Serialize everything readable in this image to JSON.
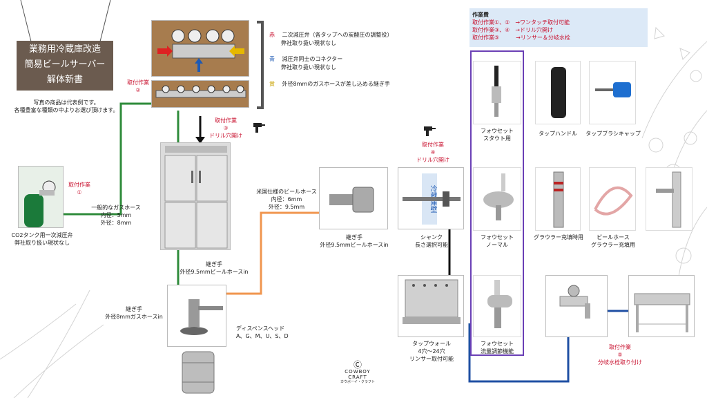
{
  "title_box": {
    "line1": "業務用冷蔵庫改造",
    "line2": "簡易ビールサーバー",
    "line3": "解体新書"
  },
  "note": {
    "line1": "写真の商品は代表例です。",
    "line2": "各種豊富な種類の中よりお選び頂けます。"
  },
  "regulator_legend": {
    "red_key": "赤",
    "red_text": "二次減圧弁（各タップへの炭酸圧の調整役）",
    "red_sub": "弊社取り扱い現状なし",
    "blue_key": "青",
    "blue_text": "減圧弁同士のコネクター",
    "blue_sub": "弊社取り扱い現状なし",
    "yellow_key": "黄",
    "yellow_text": "外径8mmのガスホースが差し込める継ぎ手"
  },
  "works_box": {
    "title": "作業費",
    "row1": "取付作業①、②　→ワンタッチ取付可能",
    "row2": "取付作業③、④　→ドリル穴開け",
    "row3": "取付作業⑤　　　→リンサー＆分岐水栓"
  },
  "work_labels": {
    "w1": "取付作業",
    "w1n": "①",
    "w2": "取付作業",
    "w2n": "②",
    "w3": "取付作業",
    "w3n": "③",
    "w3s": "ドリル穴開け",
    "w4": "取付作業",
    "w4n": "④",
    "w4s": "ドリル穴開け",
    "w5": "取付作業",
    "w5n": "⑤",
    "w5s": "分岐水栓取り付け"
  },
  "co2": {
    "label": "CO2タンク用一次減圧弁",
    "sub": "弊社取り扱い現状なし"
  },
  "gas_hose": {
    "title": "一般的なガスホース",
    "inner": "内径：5mm",
    "outer": "外径：8mm"
  },
  "us_hose": {
    "title": "米国仕様のビールホース",
    "inner": "内径：6mm",
    "outer": "外径：9.5mm"
  },
  "joint1": {
    "title": "継ぎ手",
    "sub": "外径9.5mmビールホースin"
  },
  "joint2": {
    "title": "継ぎ手",
    "sub": "外径9.5mmビールホースin"
  },
  "joint3": {
    "title": "継ぎ手",
    "sub": "外径8mmガスホースin"
  },
  "dispense_head": {
    "title": "ディスペンスヘッド",
    "sub": "A、G、M、U、S、D"
  },
  "shank": {
    "title": "シャンク",
    "sub": "長さ選択可能",
    "wall": "冷蔵庫壁"
  },
  "tapwall": {
    "title": "タップウォール",
    "sub1": "4穴〜24穴",
    "sub2": "リンサー取付可能"
  },
  "faucets": {
    "stout_title": "フォウセット",
    "stout_sub": "スタウト用",
    "normal_title": "フォウセット",
    "normal_sub": "ノーマル",
    "flow_title": "フォウセット",
    "flow_sub": "流量調節機能"
  },
  "parts": {
    "handle": "タップハンドル",
    "brush": "タップブラシキャップ",
    "growler": "グラウラー充填時用",
    "beer_hose_title": "ビールホース",
    "beer_hose_sub": "グラウラー充填用"
  },
  "logo": {
    "line1": "COWBOY",
    "line2": "CRAFT",
    "sub": "カウボーイ・クラフト"
  },
  "colors": {
    "green": "#2e8b3a",
    "orange": "#f0954e",
    "navy": "#1f4fa3",
    "purple": "#6a3fb5",
    "red": "#c8102e",
    "title_bg": "#6b5b4f"
  }
}
